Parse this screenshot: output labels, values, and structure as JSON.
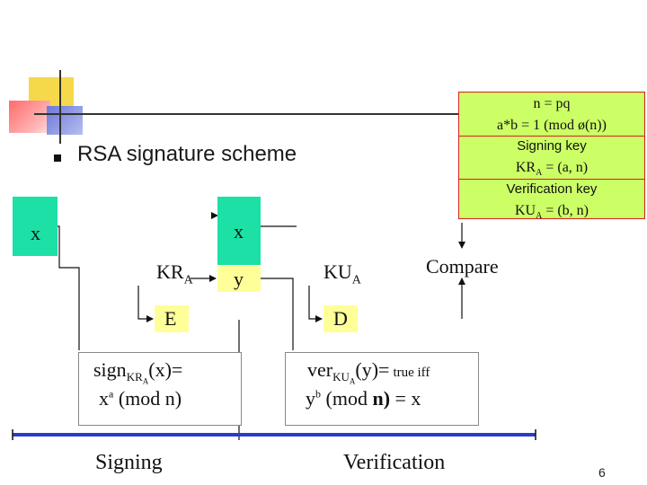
{
  "slide": {
    "bullet_title": "RSA signature scheme",
    "page_number": "6"
  },
  "info_box": {
    "line1": "n = pq",
    "line2": "a*b = 1 (mod ø(n))",
    "line3": "Signing key",
    "line4_main": "KR",
    "line4_sub": "A",
    "line4_rest": " = (a, n)",
    "line5": "Verification key",
    "line6_main": "KU",
    "line6_sub": "A",
    "line6_rest": " = (b, n)"
  },
  "diagram": {
    "input_x": "x",
    "message_x": "x",
    "signature_y": "y",
    "key_kr": "KR",
    "key_kr_sub": "A",
    "key_ku": "KU",
    "key_ku_sub": "A",
    "encrypt": "E",
    "decrypt": "D",
    "compare": "Compare"
  },
  "formulas": {
    "sign_prefix": "sign",
    "sign_sub": "KR",
    "sign_sub_sub": "A",
    "sign_arg": "(x)=",
    "sign_line2_base": "x",
    "sign_line2_exp": "a",
    "sign_line2_rest": " (mod n)",
    "ver_prefix": "ver",
    "ver_sub": "KU",
    "ver_sub_sub": "A",
    "ver_arg": "(y)=",
    "ver_true_iff": "true iff",
    "ver_line2_base": "y",
    "ver_line2_exp": "b",
    "ver_line2_mod": "  (mod ",
    "ver_line2_n": "n)",
    "ver_line2_rest": " = x"
  },
  "captions": {
    "signing": "Signing",
    "verification": "Verification"
  },
  "colors": {
    "green": "#1ce0a6",
    "yellow_box": "#ffff99",
    "info_bg": "#ccff66",
    "info_border": "#d62020",
    "baseline": "#2a3cc8"
  }
}
